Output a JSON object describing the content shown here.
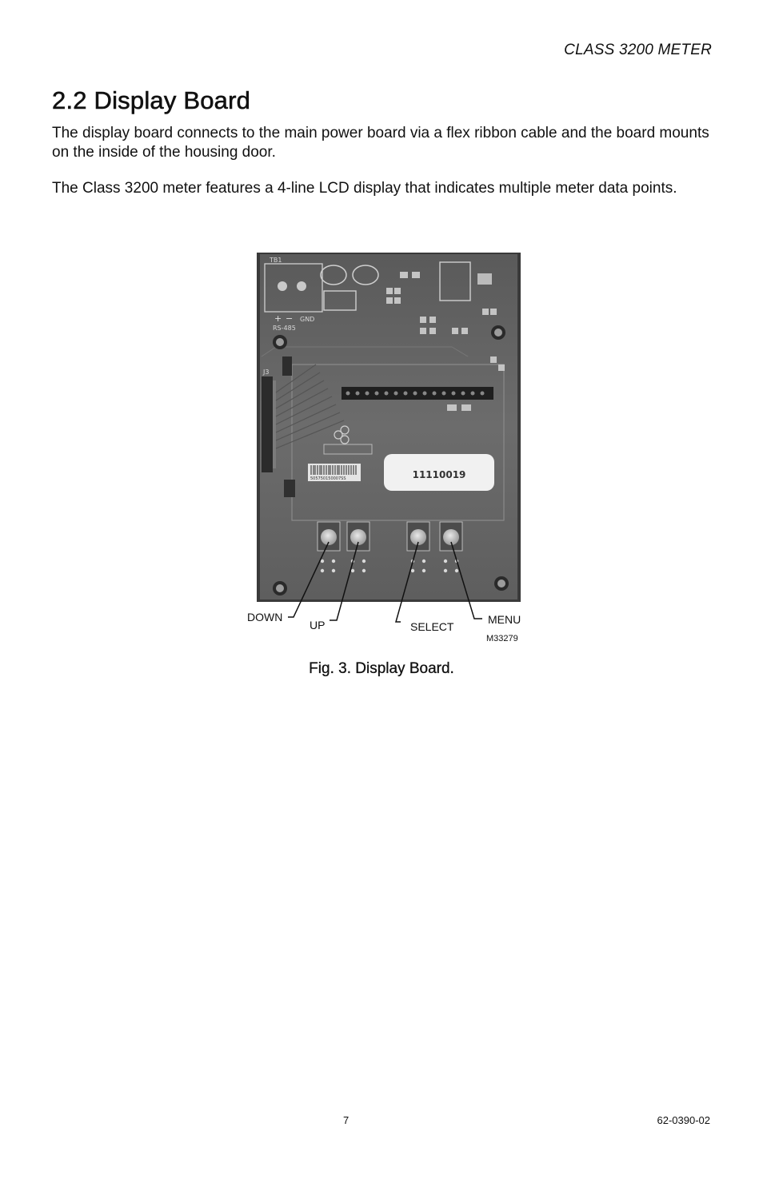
{
  "header": {
    "running_title": "CLASS 3200 METER"
  },
  "section": {
    "title": "2.2 Display Board",
    "paragraphs": [
      "The display board connects to the main power board via a flex ribbon cable and the board mounts on the inside of the housing door.",
      "The Class 3200 meter features a 4-line LCD display that indicates multiple meter data points."
    ]
  },
  "figure": {
    "pcb_silkscreen": {
      "tb1": "TB1",
      "plus": "+",
      "minus": "−",
      "gnd": "GND",
      "rs485": "RS-485",
      "j3": "J3",
      "serial_label": "11110019",
      "barcode_number": "505750150007SS"
    },
    "callouts": {
      "down": "DOWN",
      "up": "UP",
      "select": "SELECT",
      "menu": "MENU"
    },
    "figure_code": "M33279",
    "caption": "Fig. 3. Display Board."
  },
  "footer": {
    "page_number": "7",
    "doc_number": "62-0390-02"
  }
}
